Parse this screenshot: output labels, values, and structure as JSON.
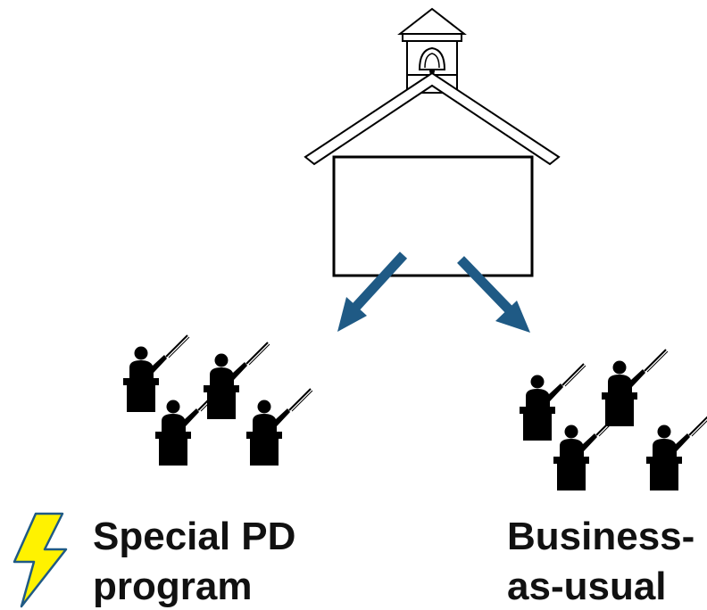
{
  "colors": {
    "arrow": "#1f5a85",
    "lightning_fill": "#fff200",
    "lightning_stroke": "#1f5a85",
    "ink": "#000000"
  },
  "icons": {
    "school": "schoolhouse-icon",
    "bell": "bell-icon",
    "teacher": "teacher-at-podium-icon",
    "lightning": "lightning-bolt-icon"
  },
  "groups": {
    "left": {
      "line1": "Special PD",
      "line2": "program"
    },
    "right": {
      "line1": "Business-",
      "line2": "as-usual"
    }
  }
}
